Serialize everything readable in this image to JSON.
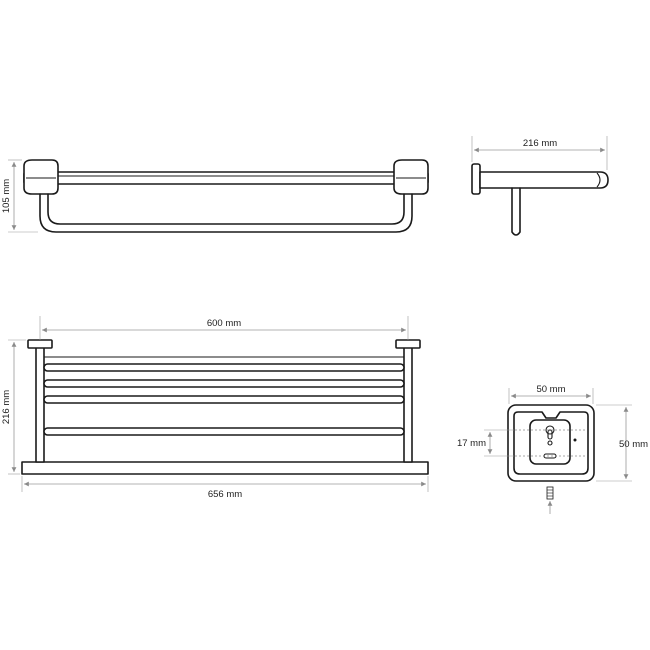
{
  "colors": {
    "line": "#1a1a1a",
    "dimension": "#9a9a9a",
    "background": "#ffffff"
  },
  "dimensions": {
    "front_height": "105 mm",
    "side_depth": "216 mm",
    "top_inner_width": "600 mm",
    "top_depth": "216 mm",
    "top_total_width": "656 mm",
    "base_width": "50 mm",
    "base_height": "50 mm",
    "base_hole_spacing": "17 mm"
  }
}
